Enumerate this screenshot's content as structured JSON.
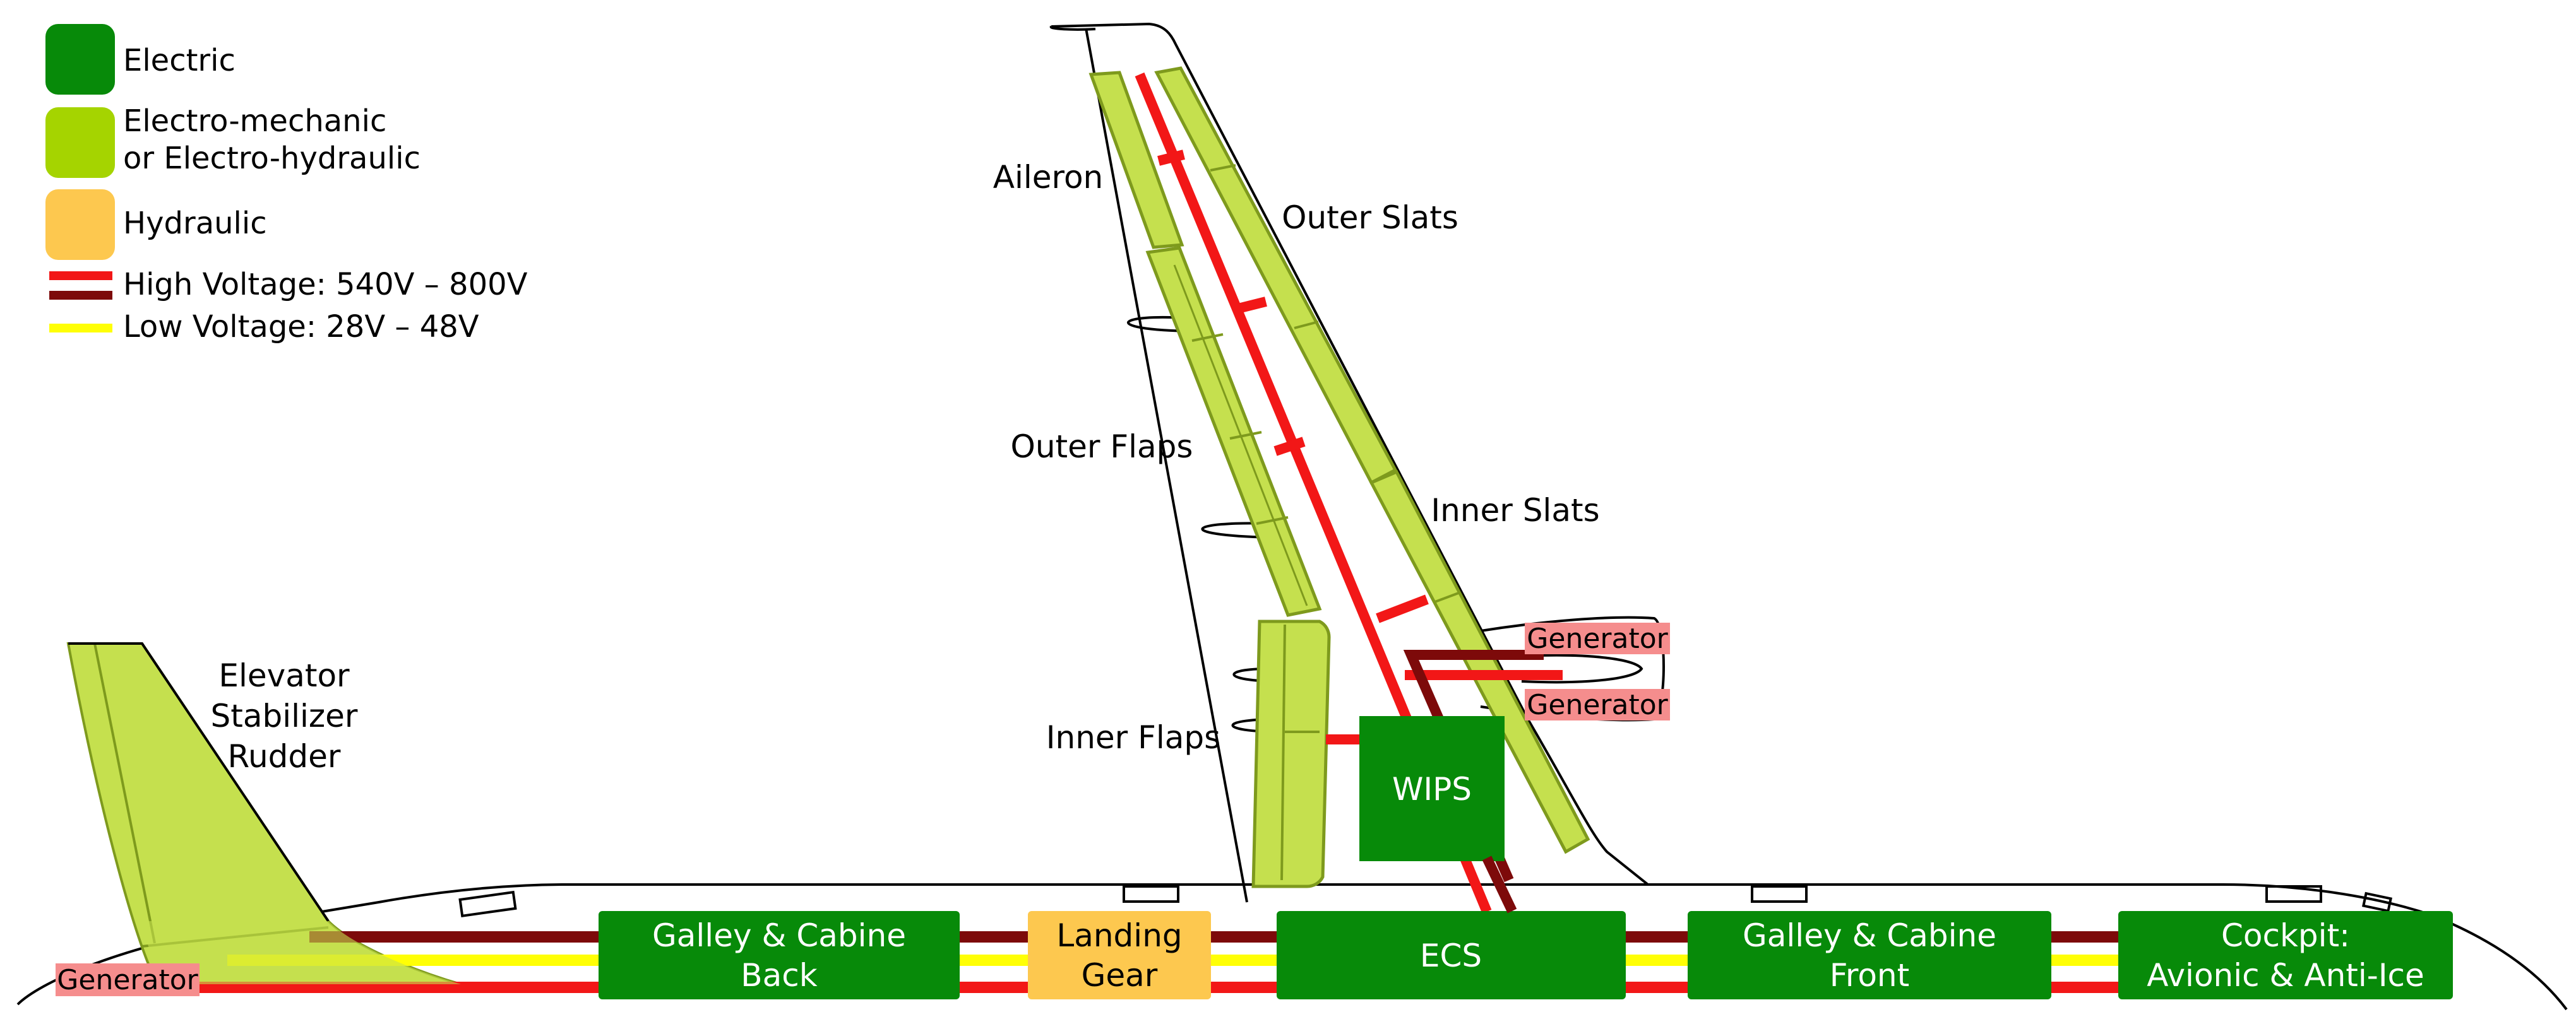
{
  "colors": {
    "electric": "#078a09",
    "electro": "#c5e04e",
    "electro_stroke": "#7e9a1d",
    "hydraulic": "#fdc84f",
    "hv_red": "#f21717",
    "hv_dark": "#7d0a0a",
    "lv_yellow": "#ffff05",
    "generator_bg": "#f58d8d",
    "outline": "#000000"
  },
  "legend": {
    "electric": "Electric",
    "electro_line1": "Electro-mechanic",
    "electro_line2": "or Electro-hydraulic",
    "hydraulic": "Hydraulic",
    "high_voltage": "High Voltage: 540V – 800V",
    "low_voltage": "Low Voltage: 28V – 48V"
  },
  "labels": {
    "aileron": "Aileron",
    "outer_slats": "Outer Slats",
    "outer_flaps": "Outer Flaps",
    "inner_slats": "Inner Slats",
    "inner_flaps": "Inner Flaps",
    "elevator": "Elevator",
    "stabilizer": "Stabilizer",
    "rudder": "Rudder",
    "generator_tail": "Generator",
    "generator_engine_top": "Generator",
    "generator_engine_bottom": "Generator",
    "wips": "WIPS"
  },
  "boxes": {
    "galley_back_l1": "Galley & Cabine",
    "galley_back_l2": "Back",
    "landing_l1": "Landing",
    "landing_l2": "Gear",
    "ecs": "ECS",
    "galley_front_l1": "Galley & Cabine",
    "galley_front_l2": "Front",
    "cockpit_l1": "Cockpit:",
    "cockpit_l2": "Avionic & Anti-Ice"
  }
}
